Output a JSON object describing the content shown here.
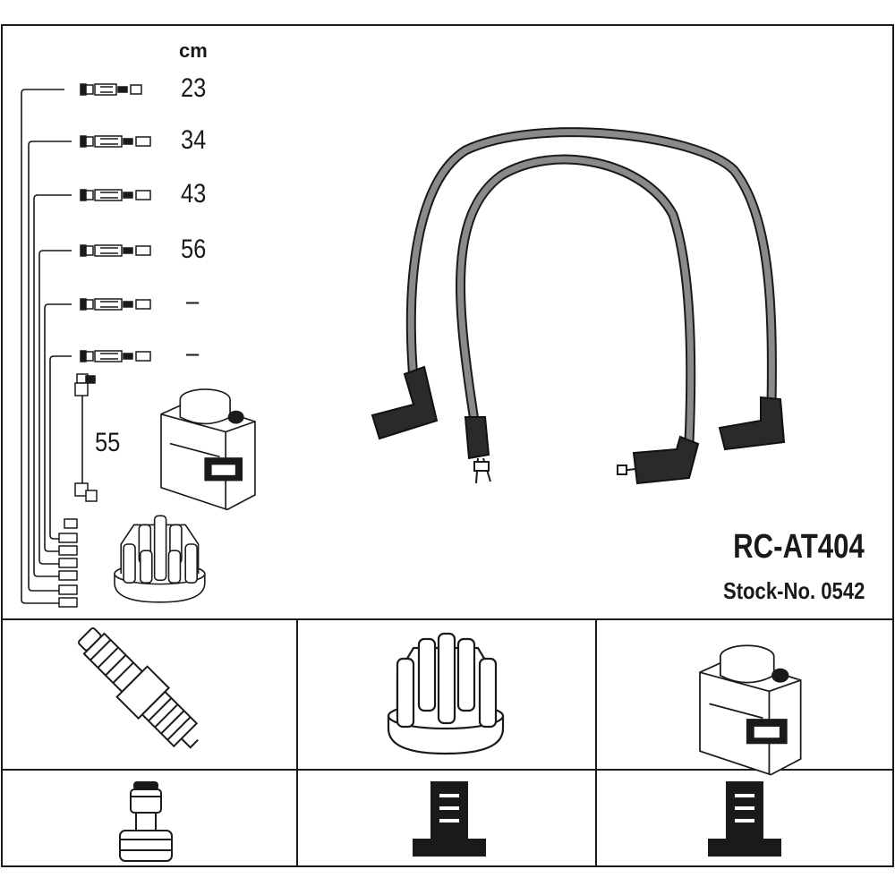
{
  "product": {
    "code": "RC-AT404",
    "stock_number": "Stock-No. 0542"
  },
  "lengths": {
    "unit": "cm",
    "leads": [
      "23",
      "34",
      "43",
      "56",
      "–",
      "–"
    ],
    "coil_lead": "55"
  },
  "icons": {
    "wire_set": "ignition-wire-set-icon",
    "ignition_coil": "ignition-coil-icon",
    "distributor_cap": "distributor-cap-icon",
    "spark_plug": "spark-plug-icon",
    "plug_terminal": "plug-terminal-icon",
    "cap_terminal": "cap-terminal-icon",
    "coil_terminal": "coil-terminal-icon"
  },
  "colors": {
    "line": "#1a1a1a",
    "cable": "#7a7a7a"
  }
}
